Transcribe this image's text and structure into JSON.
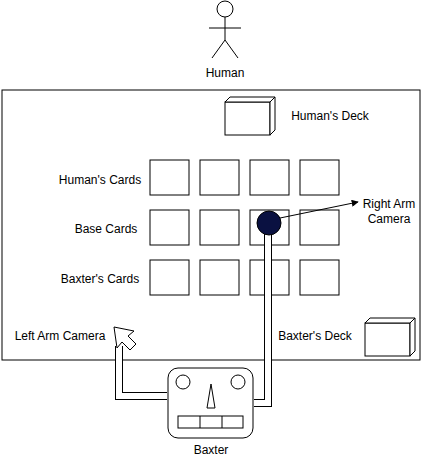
{
  "diagram": {
    "labels": [
      "Human",
      "Human's Deck",
      "Human's Cards",
      "Base Cards",
      "Baxter's Cards",
      "Right Arm Camera",
      "Left Arm Camera",
      "Baxter's Deck",
      "Baxter"
    ]
  }
}
